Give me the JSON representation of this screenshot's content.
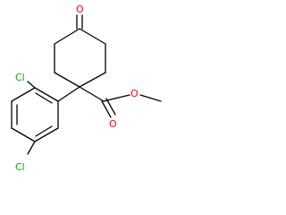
{
  "molecule": {
    "atom_labels": {
      "ketone_oxygen": "O",
      "ester_carbonyl_oxygen": "O",
      "ester_ether_oxygen": "O",
      "ortho_chlorine": "Cl",
      "para_chlorine": "Cl"
    },
    "colors": {
      "bond": "#000000",
      "oxygen": "#ff0000",
      "chlorine": "#00aa00"
    }
  }
}
